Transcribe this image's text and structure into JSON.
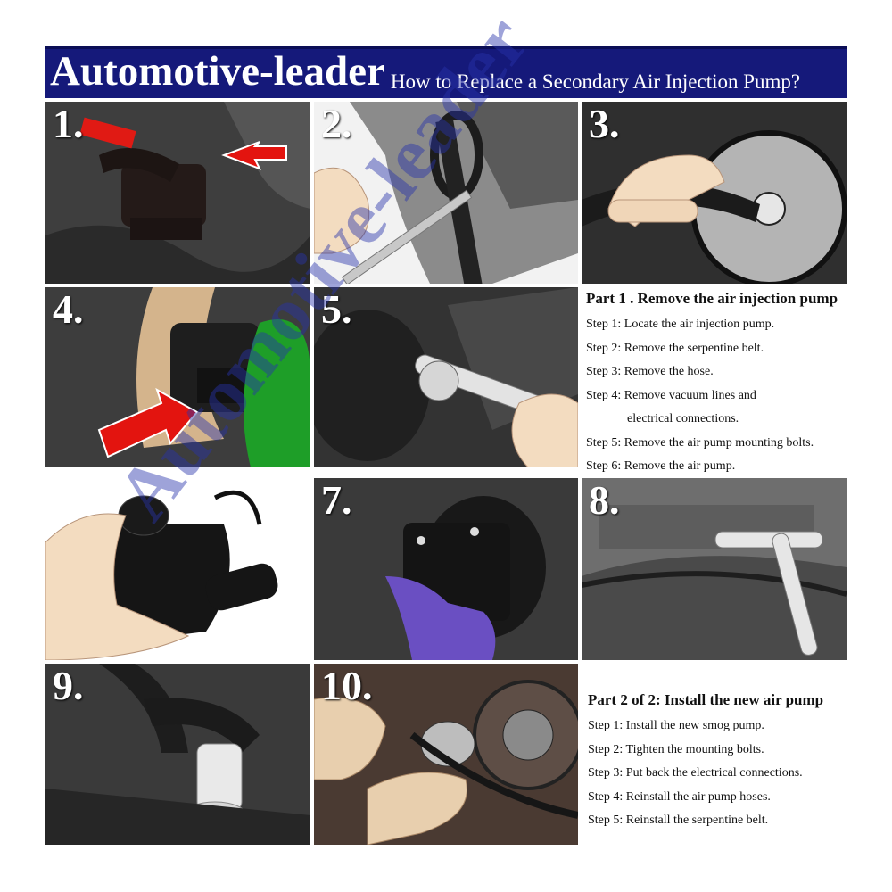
{
  "header": {
    "brand": "Automotive-leader",
    "subtitle": "How to Replace a Secondary Air Injection Pump?",
    "bg_color": "#15197a"
  },
  "panels": [
    {
      "id": "p1",
      "number": "1."
    },
    {
      "id": "p2",
      "number": "2."
    },
    {
      "id": "p3",
      "number": "3."
    },
    {
      "id": "p4",
      "number": "4."
    },
    {
      "id": "p5",
      "number": "5."
    },
    {
      "id": "p6",
      "number": ""
    },
    {
      "id": "p7",
      "number": "7."
    },
    {
      "id": "p8",
      "number": "8."
    },
    {
      "id": "p9",
      "number": "9."
    },
    {
      "id": "p10",
      "number": "10."
    }
  ],
  "part1": {
    "title": "Part 1 . Remove the air injection pump",
    "steps": [
      "Step 1: Locate the air injection pump.",
      "Step 2: Remove the serpentine belt.",
      "Step 3: Remove the hose.",
      "Step 4: Remove vacuum lines and",
      "electrical connections.",
      "Step 5: Remove the air pump mounting bolts.",
      "Step 6: Remove the air pump."
    ]
  },
  "part2": {
    "title": "Part 2 of 2: Install the new air pump",
    "steps": [
      "Step 1: Install the new smog pump.",
      "Step 2: Tighten the mounting bolts.",
      "Step 3: Put back the electrical connections.",
      "Step 4: Reinstall the air pump hoses.",
      "Step 5: Reinstall the serpentine belt."
    ]
  },
  "watermark": "Automotive-leader",
  "colors": {
    "arrow_red": "#e3140f",
    "glove_green": "#1e9e28",
    "glove_purple": "#6a4fc2",
    "skin": "#f3dcc0"
  }
}
